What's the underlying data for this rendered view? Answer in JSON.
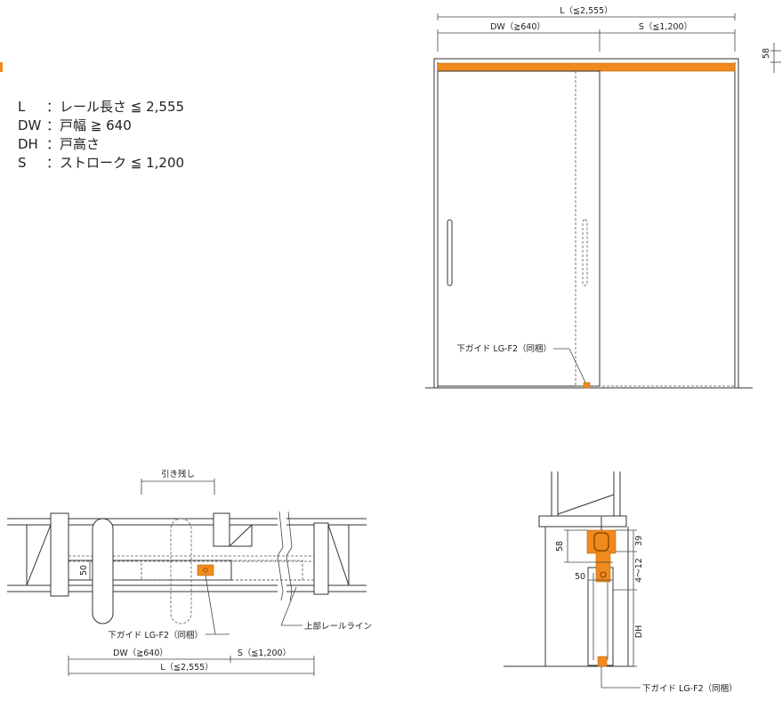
{
  "colors": {
    "accent": "#f08a1c",
    "line": "#333333",
    "background": "#ffffff"
  },
  "legend": [
    {
      "key": "L",
      "desc": "：レール長さ ≦ 2,555"
    },
    {
      "key": "DW",
      "desc": "：戸幅 ≧ 640"
    },
    {
      "key": "DH",
      "desc": "：戸高さ"
    },
    {
      "key": "S",
      "desc": "：ストローク ≦ 1,200"
    }
  ],
  "elevation": {
    "dim_L": "L（≦2,555）",
    "dim_DW": "DW（≧640）",
    "dim_S": "S（≦1,200）",
    "dim_rail": "58",
    "guide_label": "下ガイド LG-F2（同梱）"
  },
  "plan": {
    "hikinokoshi": "引き残し",
    "dim_50": "50",
    "guide_label": "下ガイド LG-F2（同梱）",
    "rail_line_label": "上部レールライン",
    "dim_DW": "DW（≧640）",
    "dim_S": "S（≦1,200）",
    "dim_L": "L（≦2,555）"
  },
  "section": {
    "dim_58": "58",
    "dim_39": "39",
    "dim_4_12": "4～12",
    "dim_50": "50",
    "dim_DH": "DH",
    "guide_label": "下ガイド LG-F2（同梱）"
  }
}
